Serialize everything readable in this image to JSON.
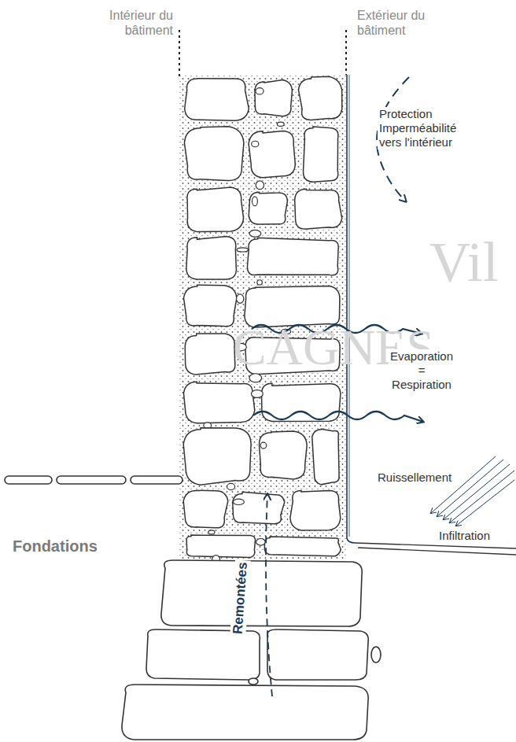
{
  "diagram": {
    "labels": [
      "Intérieur du bâtiment",
      "Extérieur du bâtiment",
      "Vil",
      "CAGNES",
      "Protection Imperméabilité vers l'intérieur",
      "Evaporation = Respiration",
      "Ruissellement",
      "Infiltration",
      "Fondations",
      "Remontées"
    ]
  }
}
